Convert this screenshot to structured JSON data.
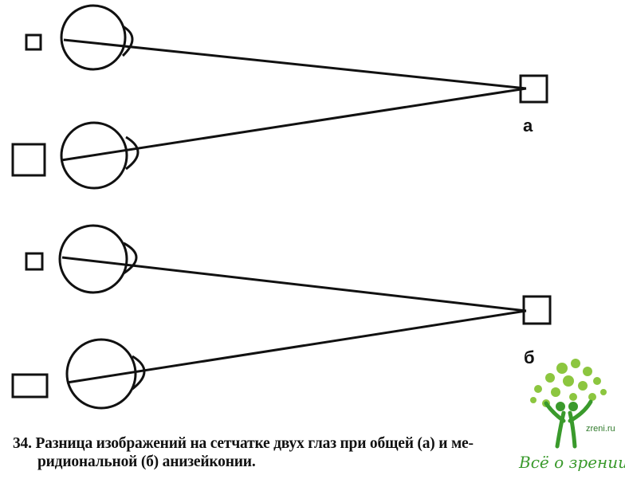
{
  "labels": {
    "a": "а",
    "b": "б"
  },
  "caption": {
    "line1": "34. Разница изображений на сетчатке двух глаз при общей (а) и ме-",
    "line2": "ридиональной (б) анизейконии."
  },
  "watermark": {
    "url": "zreni.ru",
    "text": "Всё о зрении",
    "colors": {
      "leaf": "#8cc63f",
      "figure": "#3a9a2c"
    }
  }
}
